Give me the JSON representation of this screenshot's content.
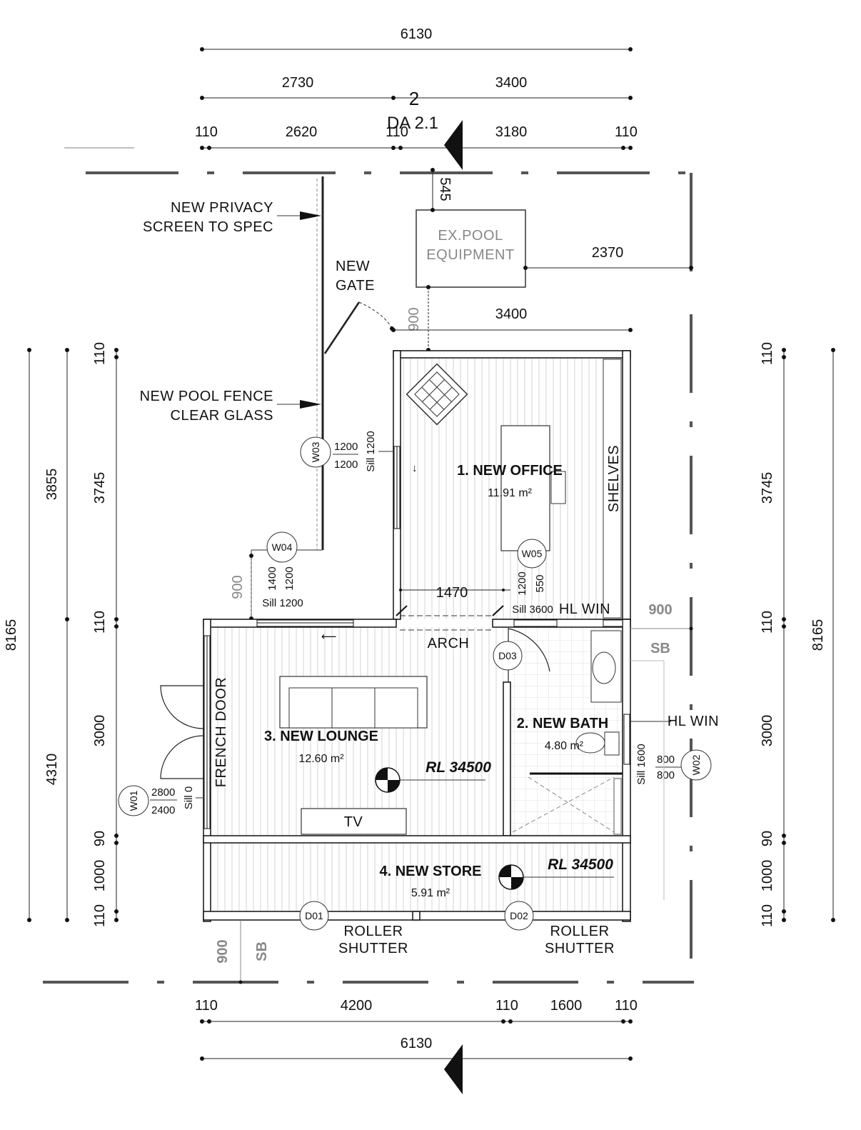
{
  "dimensions": {
    "top_overall": "6130",
    "top_split_left": "2730",
    "top_split_right": "3400",
    "top_detail": [
      "110",
      "2620",
      "110",
      "3180",
      "110"
    ],
    "pool_equip_offset": "545",
    "pool_equip_side": "2370",
    "gate_gap": "900",
    "office_width": "3400",
    "left_overall": "8165",
    "left_upper": "3855",
    "left_lower": "4310",
    "left_detail": [
      "110",
      "3745",
      "110",
      "3000",
      "90",
      "1000",
      "110"
    ],
    "right_overall": "8165",
    "right_detail": [
      "110",
      "3745",
      "110",
      "3000",
      "90",
      "1000",
      "110"
    ],
    "arch_width": "1470",
    "w04_offset": "900",
    "right_setback": "900",
    "bottom_setback": "900",
    "bottom_detail": [
      "110",
      "4200",
      "110",
      "1600",
      "110"
    ],
    "bottom_overall": "6130"
  },
  "section_marker": {
    "number": "2",
    "sheet": "DA 2.1"
  },
  "notes": {
    "privacy_screen_line1": "NEW PRIVACY",
    "privacy_screen_line2": "SCREEN  TO SPEC",
    "gate_line1": "NEW",
    "gate_line2": "GATE",
    "pool_fence_line1": "NEW POOL FENCE",
    "pool_fence_line2": "CLEAR GLASS",
    "pool_equip_line1": "EX.POOL",
    "pool_equip_line2": "EQUIPMENT",
    "shelves": "SHELVES",
    "arch": "ARCH",
    "french_door": "FRENCH DOOR",
    "tv": "TV",
    "hl_win_top": "HL WIN",
    "hl_win_bath": "HL WIN",
    "sb_right": "SB",
    "sb_bottom": "SB",
    "roller_shutter_1a": "ROLLER",
    "roller_shutter_1b": "SHUTTER",
    "roller_shutter_2a": "ROLLER",
    "roller_shutter_2b": "SHUTTER"
  },
  "rooms": [
    {
      "name": "1. NEW OFFICE",
      "area": "11.91 m²"
    },
    {
      "name": "2. NEW BATH",
      "area": "4.80 m²"
    },
    {
      "name": "3. NEW LOUNGE",
      "area": "12.60 m²"
    },
    {
      "name": "4. NEW STORE",
      "area": "5.91 m²"
    }
  ],
  "levels": {
    "lounge": "RL 34500",
    "store": "RL 34500"
  },
  "windows": {
    "W01": {
      "tag": "W01",
      "h": "2800",
      "w": "2400",
      "sill": "Sill  0"
    },
    "W02": {
      "tag": "W02",
      "h": "800",
      "w": "800",
      "sill": "Sill  1600"
    },
    "W03": {
      "tag": "W03",
      "h": "1200",
      "w": "1200",
      "sill": "Sill  1200"
    },
    "W04": {
      "tag": "W04",
      "h": "1400",
      "w": "1200",
      "sill": "Sill  1200"
    },
    "W05": {
      "tag": "W05",
      "h": "1200",
      "w": "550",
      "sill": "Sill  3600"
    }
  },
  "doors": {
    "D01": "D01",
    "D02": "D02",
    "D03": "D03"
  }
}
